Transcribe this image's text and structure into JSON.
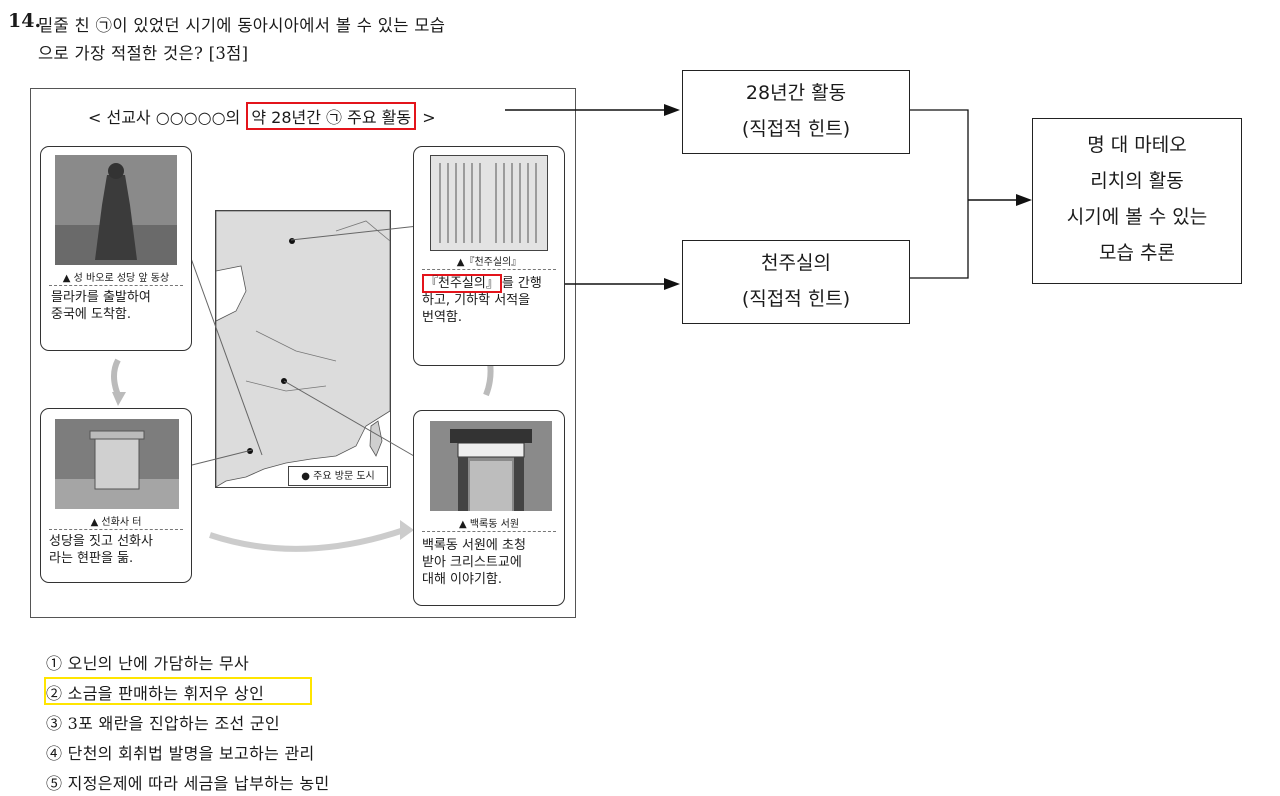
{
  "question": {
    "number": "14.",
    "line1": "밑줄 친 ㉠이 있었던 시기에 동아시아에서 볼 수 있는 모습",
    "line2": "으로 가장 적절한 것은? [3점]"
  },
  "figure": {
    "title_prefix": "< 선교사 ○○○○○의",
    "title_highlight": "약 28년간 ㉠ 주요 활동",
    "title_suffix": ">",
    "legend": "● 주요 방문 도시",
    "cards": [
      {
        "caption": "▲ 성 바오로 성당 앞 동상",
        "text": [
          "믈라카를 출발하여",
          "중국에 도착함."
        ]
      },
      {
        "caption": "▲『천주실의』",
        "highlight": "『천주실의』",
        "text": [
          "를 간행",
          "하고, 기하학 서적을",
          "번역함."
        ]
      },
      {
        "caption": "▲ 선화사 터",
        "text": [
          "성당을 짓고 선화사",
          "라는 현판을 둚."
        ]
      },
      {
        "caption": "▲ 백록동 서원",
        "text": [
          "백록동 서원에 초청",
          "받아 크리스트교에",
          "대해 이야기함."
        ]
      }
    ]
  },
  "hints": [
    {
      "line1": "28년간 활동",
      "line2": "(직접적 힌트)"
    },
    {
      "line1": "천주실의",
      "line2": "(직접적 힌트)"
    }
  ],
  "conclusion": [
    "명 대 마테오",
    "리치의 활동",
    "시기에 볼 수 있는",
    "모습 추론"
  ],
  "options": [
    "① 오닌의 난에 가담하는 무사",
    "② 소금을 판매하는 휘저우 상인",
    "③ 3포 왜란을 진압하는 조선 군인",
    "④ 단천의 회취법 발명을 보고하는 관리",
    "⑤ 지정은제에 따라 세금을 납부하는 농민"
  ],
  "highlight_colors": {
    "red": "#e3141b",
    "yellow": "#ffe500"
  }
}
